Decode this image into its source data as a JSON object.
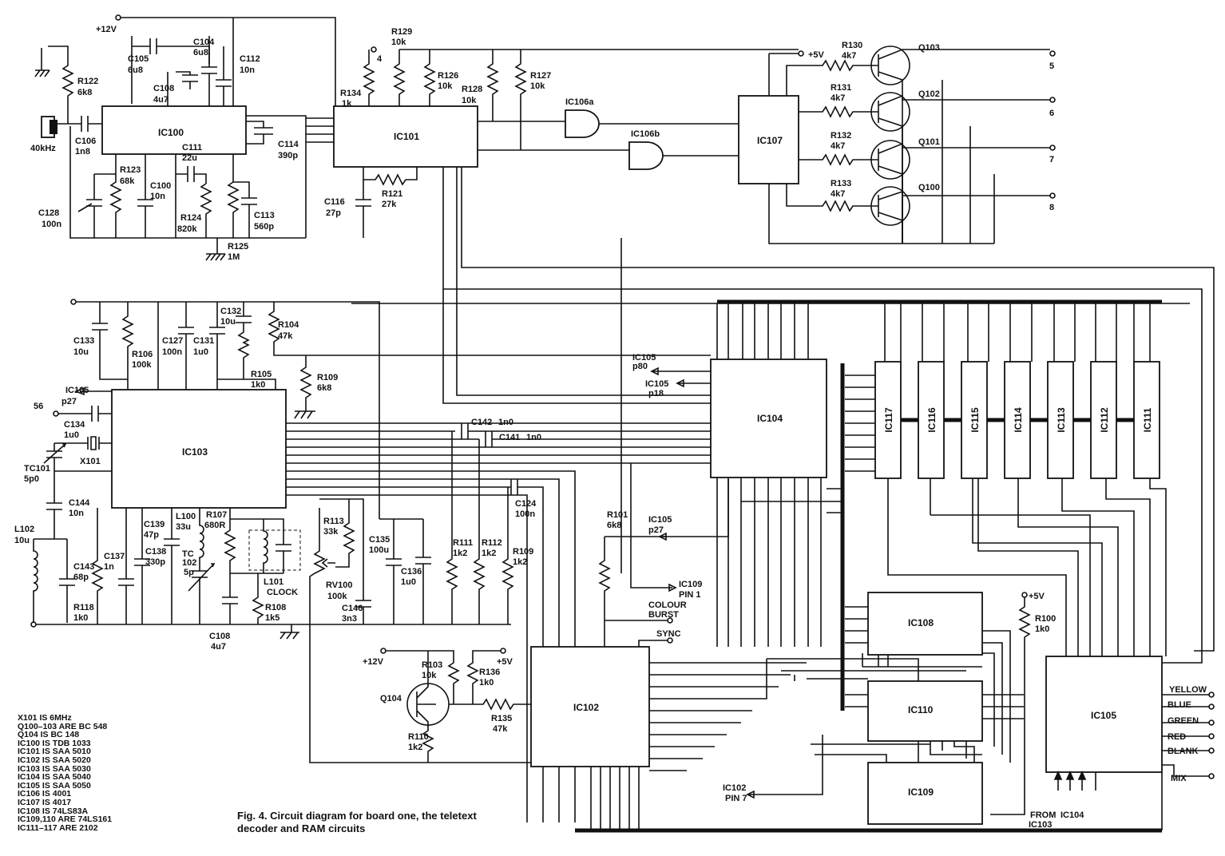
{
  "caption": {
    "line1": "Fig.  4.  Circuit diagram for board one, the teletext",
    "line2": "decoder and RAM circuits"
  },
  "notes": [
    "X101 IS 6MHz",
    "Q100–103 ARE BC 548",
    "Q104 IS BC 148",
    "IC100 IS TDB 1033",
    "IC101 IS SAA 5010",
    "IC102 IS SAA 5020",
    "IC103 IS SAA 5030",
    "IC104 IS SAA 5040",
    "IC105 IS SAA 5050",
    "IC106 IS 4001",
    "IC107 IS 4017",
    "IC108 IS 74LS83A",
    "IC109,110 ARE 74LS161",
    "IC111–117 ARE 2102"
  ],
  "chips": {
    "ic100": "IC100",
    "ic101": "IC101",
    "ic102": "IC102",
    "ic103": "IC103",
    "ic104": "IC104",
    "ic105": "IC105",
    "ic106a": "IC106a",
    "ic106b": "IC106b",
    "ic107": "IC107",
    "ic108": "IC108",
    "ic109": "IC109",
    "ic110": "IC110",
    "ic111": "IC111",
    "ic112": "IC112",
    "ic113": "IC113",
    "ic114": "IC114",
    "ic115": "IC115",
    "ic116": "IC116",
    "ic117": "IC117"
  },
  "transistors": {
    "q100": "Q100",
    "q101": "Q101",
    "q102": "Q102",
    "q103": "Q103",
    "q104": "Q104"
  },
  "resistors": {
    "r100": [
      "R100",
      "1k0"
    ],
    "r101": [
      "R101",
      "6k8"
    ],
    "r103": [
      "R103",
      "10k"
    ],
    "r104": [
      "R104",
      "47k"
    ],
    "r105": [
      "R105",
      "1k0"
    ],
    "r106": [
      "R106",
      "100k"
    ],
    "r107": [
      "R107",
      "680R"
    ],
    "r108": [
      "R108",
      "1k5"
    ],
    "r109a": [
      "R109",
      "6k8"
    ],
    "r109b": [
      "R109",
      "1k2"
    ],
    "r110": [
      "R110",
      "1k2"
    ],
    "r111": [
      "R111",
      "1k2"
    ],
    "r112": [
      "R112",
      "1k2"
    ],
    "r113": [
      "R113",
      "33k"
    ],
    "r118": [
      "R118",
      "1k0"
    ],
    "r121": [
      "R121",
      "27k"
    ],
    "r122": [
      "R122",
      "6k8"
    ],
    "r123": [
      "R123",
      "68k"
    ],
    "r124": [
      "R124",
      "820k"
    ],
    "r125": [
      "R125",
      "1M"
    ],
    "r126": [
      "R126",
      "10k"
    ],
    "r127": [
      "R127",
      "10k"
    ],
    "r128": [
      "R128",
      "10k"
    ],
    "r129": [
      "R129",
      "10k"
    ],
    "r130": [
      "R130",
      "4k7"
    ],
    "r131": [
      "R131",
      "4k7"
    ],
    "r132": [
      "R132",
      "4k7"
    ],
    "r133": [
      "R133",
      "4k7"
    ],
    "r134": [
      "R134",
      "1k"
    ],
    "r135": [
      "R135",
      "47k"
    ],
    "r136": [
      "R136",
      "1k0"
    ],
    "rv100": [
      "RV100",
      "100k"
    ]
  },
  "capacitors": {
    "c100": [
      "C100",
      "10n"
    ],
    "c104": [
      "C104",
      "6u8"
    ],
    "c105": [
      "C105",
      "6u8"
    ],
    "c106": [
      "C106",
      "1n8"
    ],
    "c108a": [
      "C108",
      "4u7"
    ],
    "c108b": [
      "C108",
      "4u7"
    ],
    "c111": [
      "C111",
      "22u"
    ],
    "c112": [
      "C112",
      "10n"
    ],
    "c113": [
      "C113",
      "560p"
    ],
    "c114": [
      "C114",
      "390p"
    ],
    "c116": [
      "C116",
      "27p"
    ],
    "c124": [
      "C124",
      "100n"
    ],
    "c127": [
      "C127",
      "100n"
    ],
    "c128": [
      "C128",
      "100n"
    ],
    "c131": [
      "C131",
      "1u0"
    ],
    "c132": [
      "C132",
      "10u"
    ],
    "c133": [
      "C133",
      "10u"
    ],
    "c134": [
      "C134",
      "1u0"
    ],
    "c135": [
      "C135",
      "100u"
    ],
    "c136": [
      "C136",
      "1u0"
    ],
    "c137": [
      "C137",
      "1n"
    ],
    "c138": [
      "C138",
      "330p"
    ],
    "c139": [
      "C139",
      "47p"
    ],
    "c141": [
      "C141",
      "1n0"
    ],
    "c142": [
      "C142",
      "1n0"
    ],
    "c143": [
      "C143",
      "68p"
    ],
    "c144": [
      "C144",
      "10n"
    ],
    "c146": [
      "C146",
      "3n3"
    ],
    "tc101": [
      "TC101",
      "5p0"
    ],
    "tc102": [
      "TC",
      "102",
      "5p"
    ]
  },
  "inductors": {
    "l100": [
      "L100",
      "33u"
    ],
    "l101": [
      "L101",
      "CLOCK"
    ],
    "l102": [
      "L102",
      "10u"
    ]
  },
  "crystal": "X101",
  "terminals": {
    "v12_top": "+12V",
    "v12_q104": "+12V",
    "v5_top": "+5V",
    "v5_q104": "+5V",
    "v5_r100": "+5V",
    "in_40khz": "40kHz",
    "t4": "4",
    "t56": "56",
    "out5": "5",
    "out6": "6",
    "out7": "7",
    "out8": "8",
    "ic105_p80": "IC105",
    "ic105_p80b": "p80",
    "ic105_p18": "IC105",
    "ic105_p18b": "p18",
    "ic105_p27a": "IC105",
    "ic105_p27ab": "p27",
    "ic105_p27b": "IC105",
    "ic105_p27bb": "p27",
    "ic109_pin1": "IC109",
    "ic109_pin1b": "PIN 1",
    "colour_burst": "COLOUR",
    "colour_burst2": "BURST",
    "sync": "SYNC",
    "ic102_pin7": "IC102",
    "ic102_pin7b": "PIN 7",
    "from_ic103": "FROM",
    "from_ic103b": "IC103",
    "from_ic104": "IC104"
  },
  "outputs": [
    "YELLOW",
    "BLUE",
    "GREEN",
    "RED",
    "BLANK",
    "MIX"
  ]
}
